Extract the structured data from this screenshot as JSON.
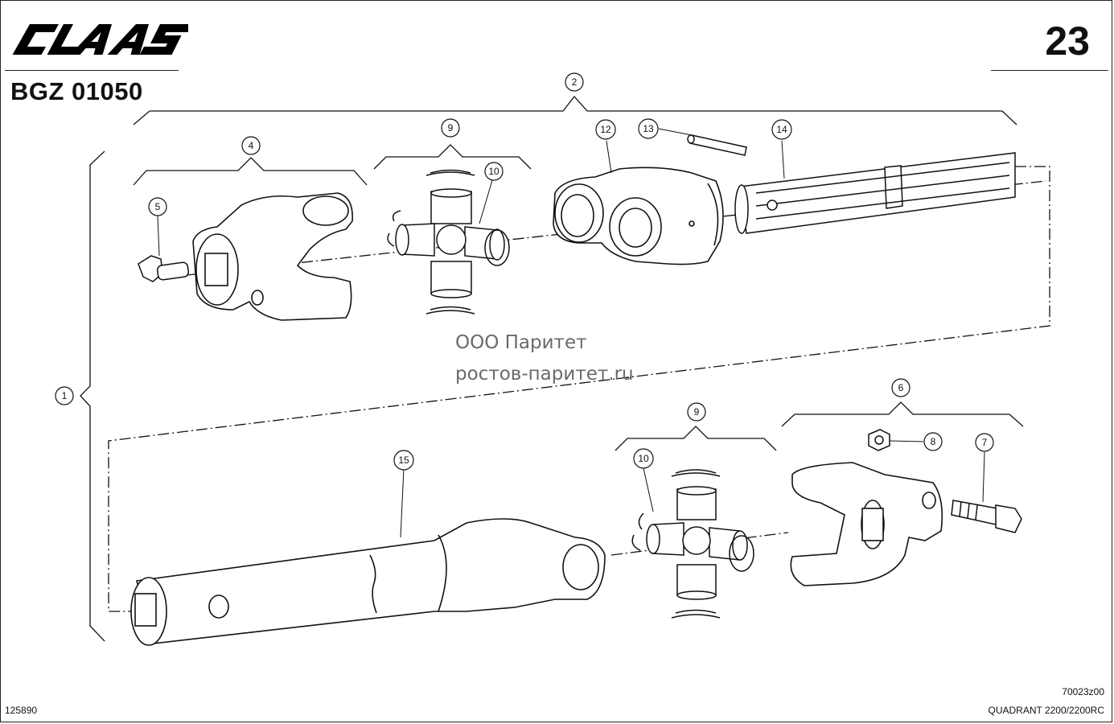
{
  "header": {
    "brand": "CLAAS",
    "sheet_number": "23",
    "group_code": "BGZ 01050"
  },
  "watermark": {
    "line1": "ООО Паритет",
    "line2": "ростов-паритет.ru"
  },
  "footer": {
    "image_id": "125890",
    "drawing_ref": "70023z00",
    "model": "QUADRANT 2200/2200RC"
  },
  "callouts": {
    "c1": "1",
    "c2": "2",
    "c4": "4",
    "c5": "5",
    "c6": "6",
    "c7": "7",
    "c8": "8",
    "c9a": "9",
    "c9b": "9",
    "c10a": "10",
    "c10b": "10",
    "c12": "12",
    "c13": "13",
    "c14": "14",
    "c15": "15"
  }
}
